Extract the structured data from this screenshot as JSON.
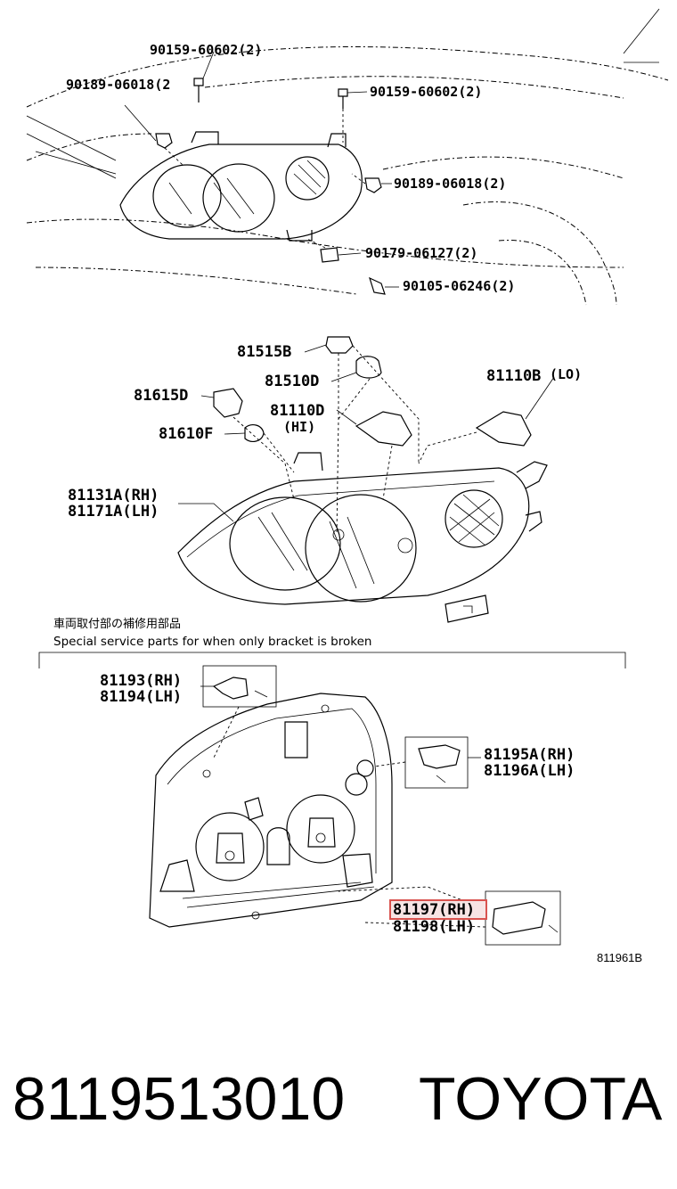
{
  "top_section": {
    "labels": {
      "bolt_upper": "90159-60602(2)",
      "clip_left": "90189-06018(2",
      "bolt_right": "90159-60602(2)",
      "clip_right": "90189-06018(2)",
      "nut_lower": "90179-06127(2)",
      "screw_lower": "90105-06246(2)"
    }
  },
  "middle_section": {
    "labels": {
      "socket_81515b": "81515B",
      "bulb_81510d": "81510D",
      "bulb_81110b": "81110B",
      "bulb_81110b_suffix": "(LO)",
      "socket_81615d": "81615D",
      "bulb_81110d": "81110D",
      "bulb_81110d_suffix": "(HI)",
      "bulb_81610f": "81610F",
      "unit_rh": "81131A(RH)",
      "unit_lh": "81171A(LH)"
    }
  },
  "bottom_section": {
    "heading_jp": "車両取付部の補修用部品",
    "heading_en": "Special service parts for when only bracket is broken",
    "labels": {
      "bracket_81193": "81193(RH)",
      "bracket_81194": "81194(LH)",
      "bracket_81195a": "81195A(RH)",
      "bracket_81196a": "81196A(LH)",
      "bracket_81197": "81197(RH)",
      "bracket_81198": "81198(LH)"
    },
    "highlight_color": "#d9534f"
  },
  "diagram_code": "811961B",
  "footer": {
    "part_number": "8119513010",
    "brand": "TOYOTA"
  }
}
